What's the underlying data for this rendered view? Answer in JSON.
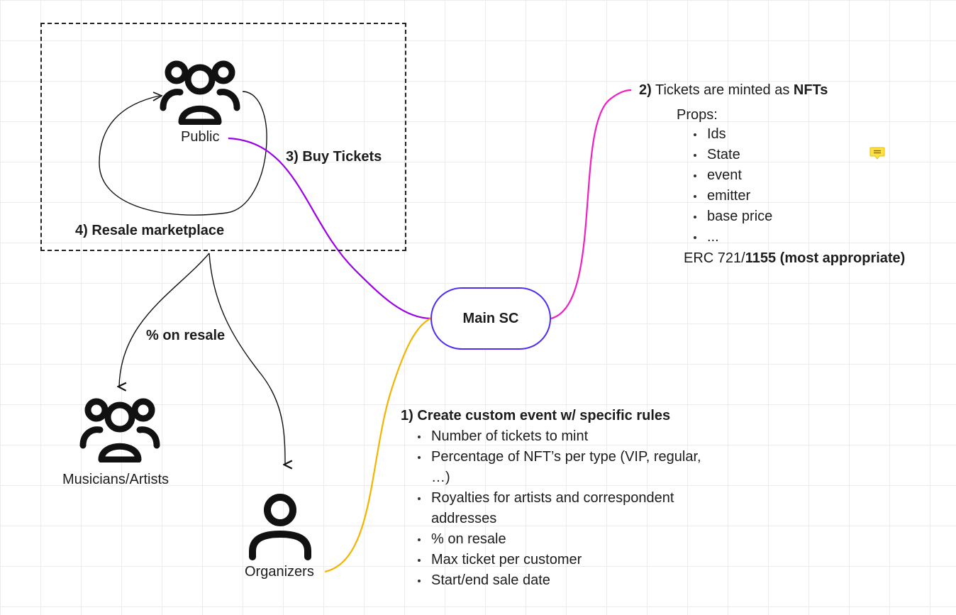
{
  "nodes": {
    "public": "Public",
    "musicians": "Musicians/Artists",
    "organizers": "Organizers",
    "main_sc": "Main SC"
  },
  "labels": {
    "buy_tickets": "3) Buy Tickets",
    "resale_marketplace": "4) Resale marketplace",
    "pct_on_resale": "% on resale"
  },
  "step2": {
    "number": "2)",
    "text": "Tickets are minted as",
    "emphasis": "NFTs",
    "props_title": "Props:",
    "props": [
      "Ids",
      "State",
      "event",
      "emitter",
      "base price",
      "..."
    ],
    "erc_prefix": "ERC 721/",
    "erc_bold": "1155 (most appropriate)"
  },
  "step1": {
    "title": "1) Create custom event w/ specific rules",
    "rules": [
      "Number of tickets to mint",
      "Percentage of NFT’s per type (VIP, regular, …)",
      "Royalties for artists and correspondent addresses",
      "% on resale",
      "Max ticket per customer",
      "Start/end sale date"
    ]
  },
  "colors": {
    "buy_line": "#9b00e8",
    "nft_line": "#f01fc0",
    "create_line": "#f5b400",
    "pill_border": "#4b2cf5",
    "comment": "#fde047"
  }
}
